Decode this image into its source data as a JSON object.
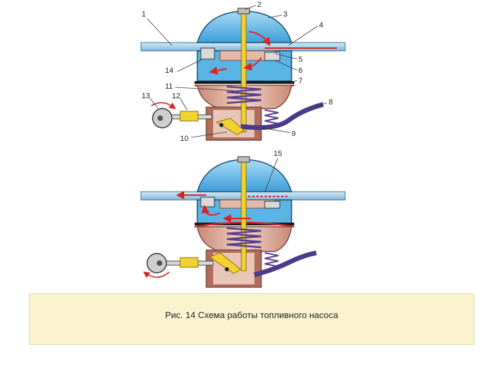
{
  "figure": {
    "caption": "Рис. 14 Схема работы топливного насоса",
    "callouts": [
      "1",
      "2",
      "3",
      "4",
      "5",
      "6",
      "7",
      "8",
      "9",
      "10",
      "11",
      "12",
      "13",
      "14",
      "15"
    ]
  },
  "colors": {
    "dome": "#5ab4e6",
    "dome_light": "#a9dbf7",
    "body": "#e3b9a8",
    "body_dark": "#b06d5c",
    "pipe": "#9ecbe8",
    "spring": "#5a3e8e",
    "rod": "#f2d230",
    "arrow": "#e02020",
    "caption_bg": "#fbf3d0"
  }
}
